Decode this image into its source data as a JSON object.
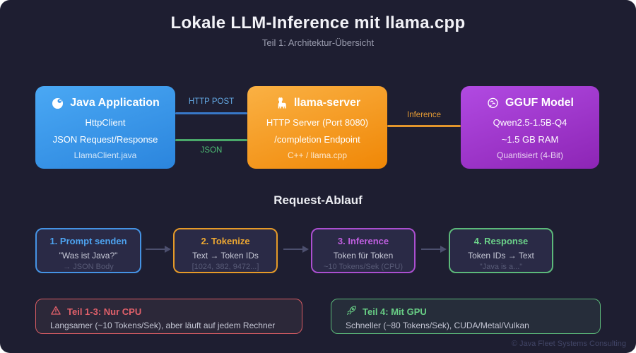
{
  "header": {
    "title": "Lokale LLM-Inference mit llama.cpp",
    "subtitle": "Teil 1: Architektur-Übersicht"
  },
  "architecture": {
    "nodes": [
      {
        "icon": "java-logo-icon",
        "title": "Java Application",
        "lines": [
          "HttpClient",
          "JSON Request/Response"
        ],
        "footnote": "LlamaClient.java",
        "color": "#3b96ea"
      },
      {
        "icon": "llama-icon",
        "title": "llama-server",
        "lines": [
          "HTTP Server (Port 8080)",
          "/completion Endpoint"
        ],
        "footnote": "C++ / llama.cpp",
        "color": "#f59a23"
      },
      {
        "icon": "brain-icon",
        "title": "GGUF Model",
        "lines": [
          "Qwen2.5-1.5B-Q4",
          "~1.5 GB RAM"
        ],
        "footnote": "Quantisiert (4-Bit)",
        "color": "#a238cc"
      }
    ],
    "connections": [
      {
        "label": "HTTP POST",
        "color": "#64a9e4",
        "from": "Java Application",
        "to": "llama-server"
      },
      {
        "label": "JSON",
        "color": "#4dbd74",
        "from": "llama-server",
        "to": "Java Application"
      },
      {
        "label": "Inference",
        "color": "#e39a34",
        "from": "llama-server",
        "to": "GGUF Model"
      }
    ]
  },
  "flow": {
    "heading": "Request-Ablauf",
    "steps": [
      {
        "title": "1. Prompt senden",
        "line1": "\"Was ist Java?\"",
        "line2": "→ JSON Body",
        "accent": "#4da3f0"
      },
      {
        "title": "2. Tokenize",
        "line1": "Text → Token IDs",
        "line2": "[1024, 382, 9472...]",
        "accent": "#eda832"
      },
      {
        "title": "3. Inference",
        "line1": "Token für Token",
        "line2": "~10 Tokens/Sek (CPU)",
        "accent": "#c05fe0"
      },
      {
        "title": "4. Response",
        "line1": "Token IDs → Text",
        "line2": "\"Java is a...\"",
        "accent": "#6bd189"
      }
    ]
  },
  "notes": [
    {
      "icon": "warning-icon",
      "title": "Teil 1-3: Nur CPU",
      "text": "Langsamer (~10 Tokens/Sek), aber läuft auf jedem Rechner",
      "accent": "#e0606a"
    },
    {
      "icon": "rocket-icon",
      "title": "Teil 4: Mit GPU",
      "text": "Schneller (~80 Tokens/Sek), CUDA/Metal/Vulkan",
      "accent": "#68ce85"
    }
  ],
  "footer": {
    "copyright": "© Java Fleet Systems Consulting"
  }
}
